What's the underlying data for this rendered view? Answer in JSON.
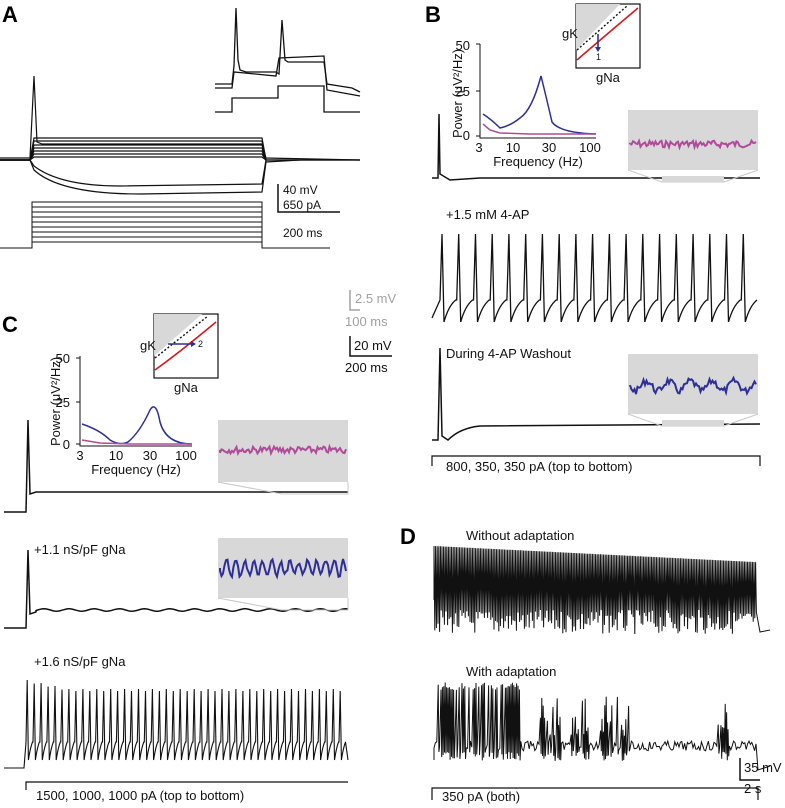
{
  "panels": {
    "A": {
      "letter": "A",
      "scale_v": "40 mV",
      "scale_i": "650 pA",
      "scale_t": "200 ms"
    },
    "B": {
      "letter": "B",
      "psd": {
        "ylabel": "Power (μV²/Hz)",
        "xlabel": "Frequency (Hz)",
        "yticks": [
          "0",
          "25",
          "50"
        ],
        "xticks": [
          "3",
          "10",
          "30",
          "100"
        ]
      },
      "inset": {
        "g_k": "gK",
        "g_na": "gNa",
        "arrow_label": "1"
      },
      "trace2_label": "+1.5 mM 4-AP",
      "trace3_label": "During 4-AP Washout",
      "stim_label": "800, 350, 350 pA (top to bottom)"
    },
    "C": {
      "letter": "C",
      "scale_grey_v": "2.5 mV",
      "scale_grey_t": "100 ms",
      "scale_v": "20 mV",
      "scale_t": "200 ms",
      "psd": {
        "ylabel": "Power (μV²/Hz)",
        "xlabel": "Frequency (Hz)",
        "yticks": [
          "0",
          "25",
          "50"
        ],
        "xticks": [
          "3",
          "10",
          "30",
          "100"
        ]
      },
      "inset": {
        "g_k": "gK",
        "g_na": "gNa",
        "arrow_label": "2"
      },
      "trace2_label": "+1.1 nS/pF gNa",
      "trace3_label": "+1.6 nS/pF gNa",
      "stim_label": "1500, 1000, 1000 pA (top to bottom)"
    },
    "D": {
      "letter": "D",
      "trace1_label": "Without adaptation",
      "trace2_label": "With adaptation",
      "scale_v": "35 mV",
      "scale_t": "2 s",
      "stim_label": "350 pA (both)"
    }
  },
  "colors": {
    "magenta": "#b04a9a",
    "navy": "#2e2e9a",
    "red": "#d41a1a",
    "inset_bg": "#d8d8d8",
    "grey_scale": "#a0a0a0"
  }
}
